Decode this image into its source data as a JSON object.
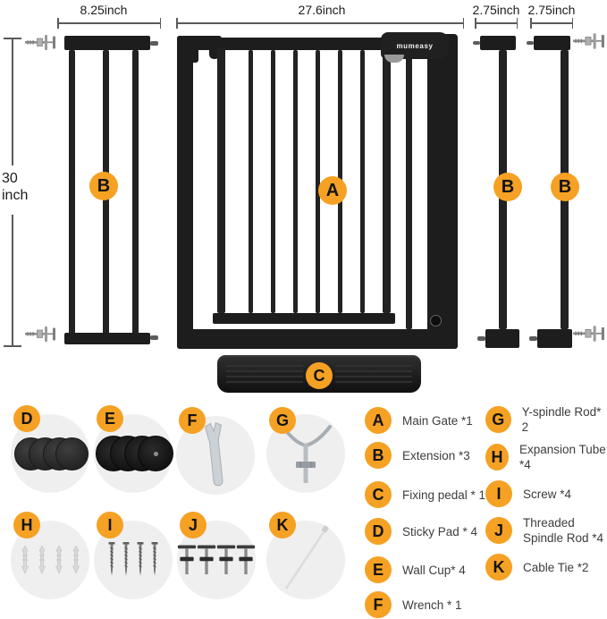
{
  "brand": "mumeasy",
  "colors": {
    "badge_orange": "#F5A124",
    "gate_black": "#1d1d1d",
    "part_circle_gray": "#efefef",
    "dimension_line": "#5a5a5a"
  },
  "dimensions": {
    "extension_width": "8.25inch",
    "gate_width": "27.6inch",
    "tube1_width": "2.75inch",
    "tube2_width": "2.75inch",
    "height_value": "30",
    "height_unit": "inch"
  },
  "diagram_badges": {
    "left_extension": "B",
    "main_gate": "A",
    "right_extension_1": "B",
    "right_extension_2": "B",
    "fixing_pedal": "C"
  },
  "parts_grid": [
    {
      "letter": "D",
      "icon": "sticky-pads-icon"
    },
    {
      "letter": "E",
      "icon": "wall-cups-icon"
    },
    {
      "letter": "F",
      "icon": "wrench-icon"
    },
    {
      "letter": "G",
      "icon": "y-spindle-rod-icon"
    },
    {
      "letter": "H",
      "icon": "expansion-tubes-icon"
    },
    {
      "letter": "I",
      "icon": "screws-icon"
    },
    {
      "letter": "J",
      "icon": "threaded-spindle-rods-icon"
    },
    {
      "letter": "K",
      "icon": "cable-tie-icon"
    }
  ],
  "legend": {
    "column_1": [
      {
        "letter": "A",
        "label": "Main Gate *1"
      },
      {
        "letter": "B",
        "label": "Extension *3"
      },
      {
        "letter": "C",
        "label": "Fixing pedal * 1"
      },
      {
        "letter": "D",
        "label": "Sticky Pad * 4"
      },
      {
        "letter": "E",
        "label": "Wall Cup* 4"
      },
      {
        "letter": "F",
        "label": "Wrench * 1"
      }
    ],
    "column_2": [
      {
        "letter": "G",
        "label": "Y-spindle Rod* 2"
      },
      {
        "letter": "H",
        "label": "Expansion Tube *4"
      },
      {
        "letter": "I",
        "label": "Screw *4"
      },
      {
        "letter": "J",
        "label": "Threaded\nSpindle Rod *4"
      },
      {
        "letter": "K",
        "label": "Cable Tie *2"
      }
    ]
  }
}
